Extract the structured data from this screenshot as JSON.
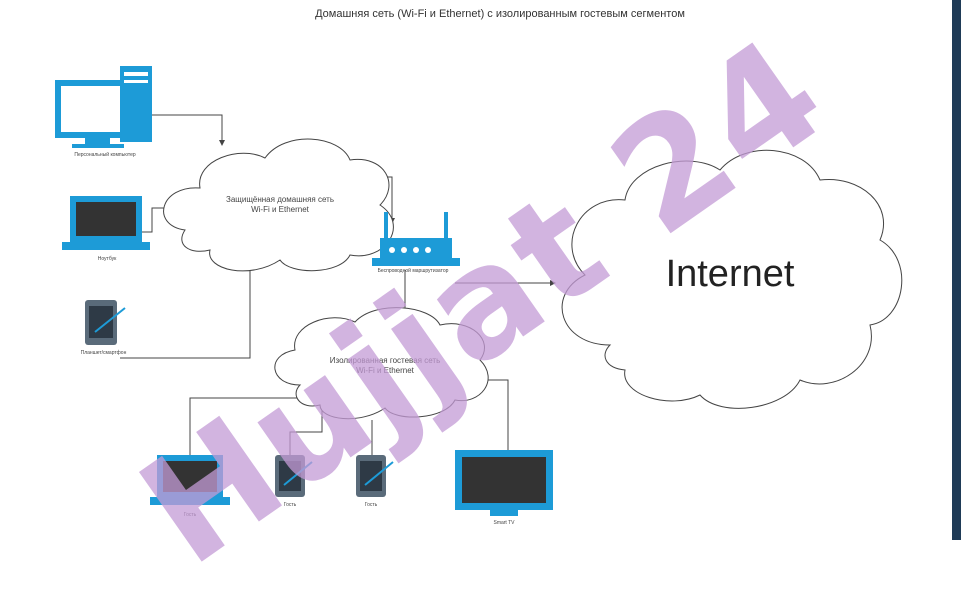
{
  "title": "Домашняя сеть (Wi-Fi и Ethernet) с изолированным гостевым сегментом",
  "clouds": {
    "home": {
      "line1": "Защищённая домашняя сеть",
      "line2": "Wi-Fi и Ethernet"
    },
    "guest": {
      "line1": "Изолированная гостевая сеть",
      "line2": "Wi-Fi и Ethernet"
    },
    "internet": "Internet"
  },
  "devices": {
    "desktop": "Персональный компьютер",
    "laptop": "Ноутбук",
    "tablet": "Планшет/смартфон",
    "router": "Беспроводной маршрутизатор",
    "guest_laptop": "Гость",
    "guest_phone1": "Гость",
    "guest_phone2": "Гость",
    "smart_tv": "Smart TV"
  },
  "watermark": "Hujjat 24",
  "colors": {
    "device_blue": "#1d9bd7",
    "watermark": "#c49bd6",
    "sidebar": "#1f3b57"
  }
}
